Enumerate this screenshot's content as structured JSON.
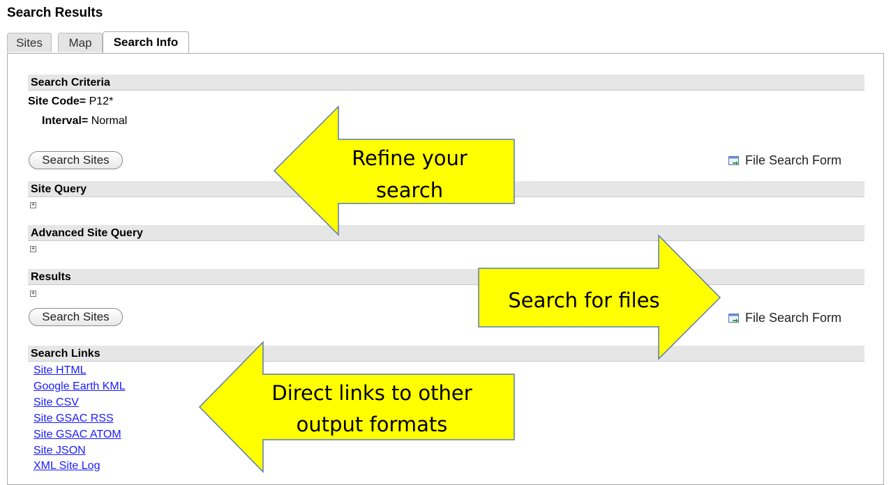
{
  "page": {
    "title": "Search Results"
  },
  "tabs": [
    {
      "label": "Sites",
      "active": false
    },
    {
      "label": "Map",
      "active": false
    },
    {
      "label": "Search Info",
      "active": true
    }
  ],
  "criteria": {
    "header": "Search Criteria",
    "site_code_label": "Site Code=",
    "site_code_value": "P12*",
    "interval_label": "Interval=",
    "interval_value": "Normal"
  },
  "buttons": {
    "search_sites": "Search Sites",
    "file_search_form": "File Search Form"
  },
  "sections": {
    "site_query": "Site Query",
    "advanced_site_query": "Advanced Site Query",
    "results": "Results",
    "search_links": "Search Links"
  },
  "links": [
    "Site HTML",
    "Google Earth KML",
    "Site CSV",
    "Site GSAC RSS",
    "Site GSAC ATOM",
    "Site JSON",
    "XML Site Log"
  ],
  "annotations": {
    "refine_line1": "Refine your",
    "refine_line2": "search",
    "files_line1": "Search for files",
    "direct_line1": "Direct links to other",
    "direct_line2": "output formats"
  },
  "colors": {
    "arrow_fill": "#ffff00",
    "arrow_stroke": "#5a78b8",
    "link": "#1a1aff",
    "section_bg": "#e6e6e6"
  }
}
